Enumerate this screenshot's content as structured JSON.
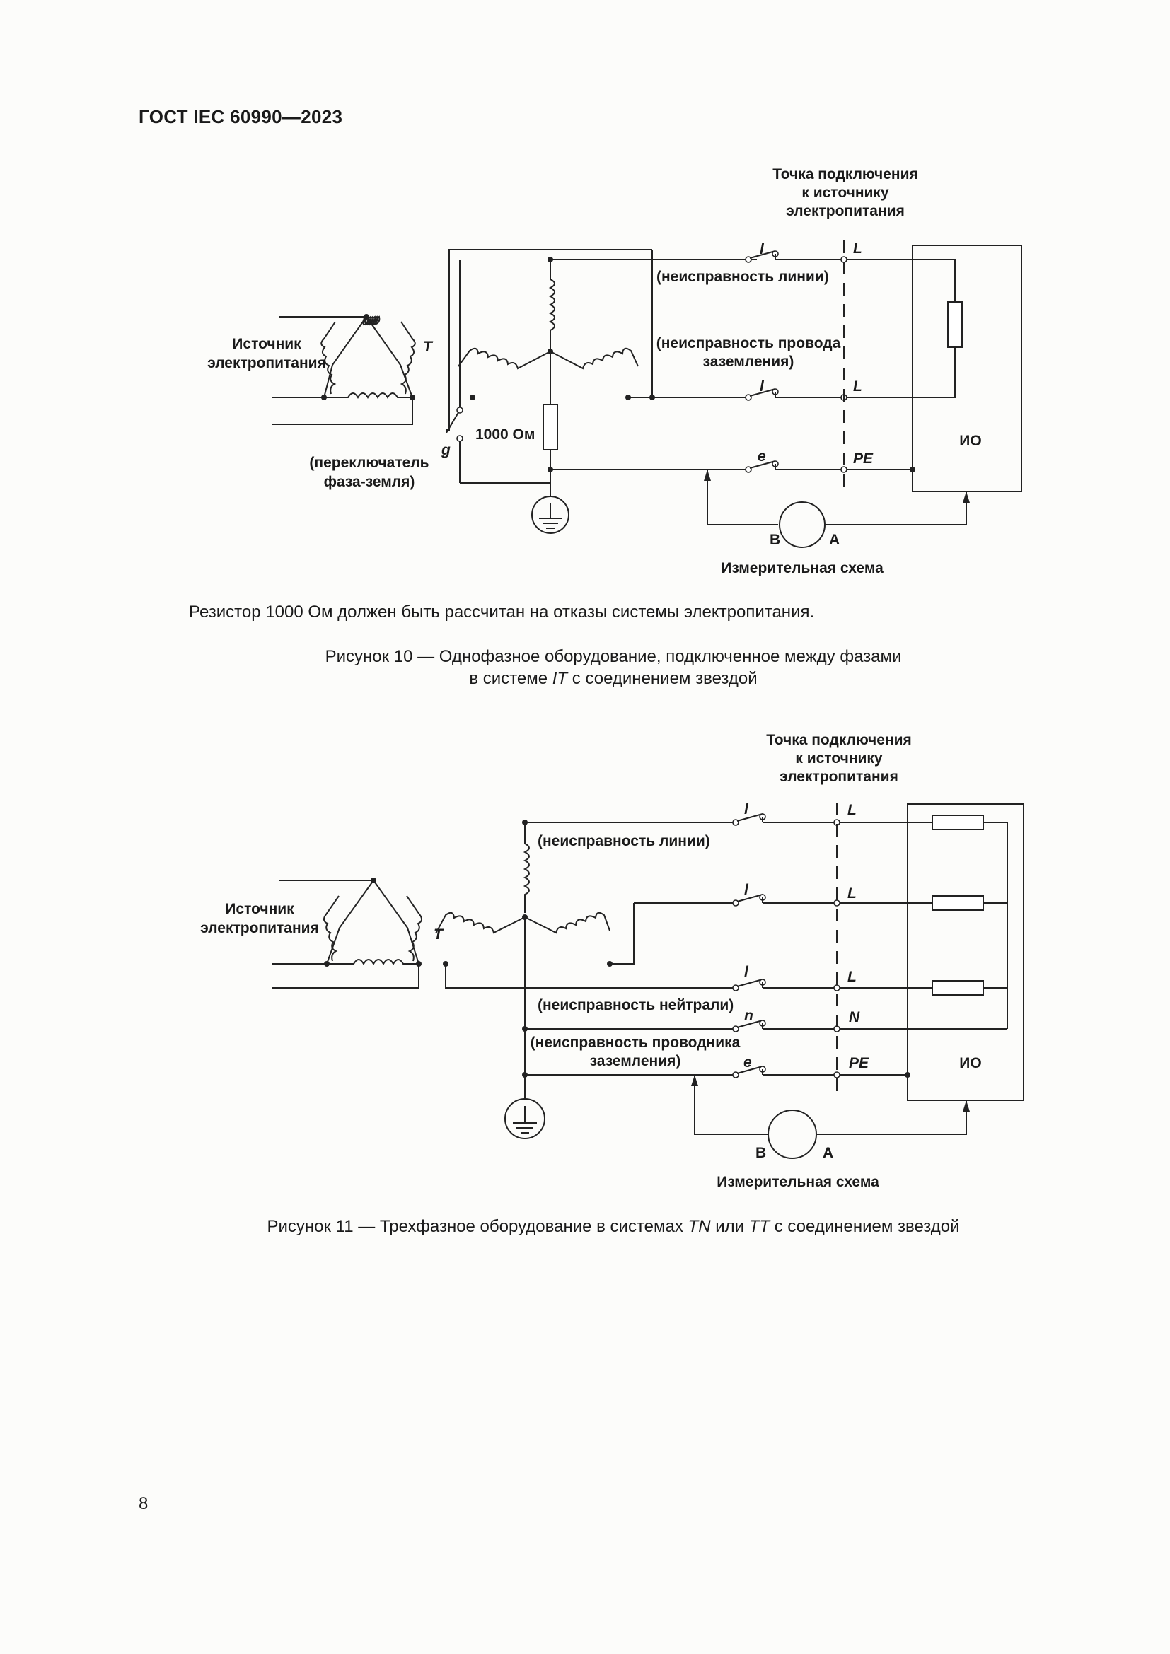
{
  "header": "ГОСТ IEC 60990—2023",
  "fig10": {
    "connection_point": [
      "Точка подключения",
      "к источнику",
      "электропитания"
    ],
    "source": [
      "Источник",
      "электропитания"
    ],
    "transformer": "T",
    "switch_line_1": "l",
    "line_fault": "(неисправность линии)",
    "ground_fault": [
      "(неисправность провода",
      "заземления)"
    ],
    "switch_line_2": "l",
    "resistor": "1000 Ом",
    "switch_g": "g",
    "phase_ground_switch": [
      "(переключатель",
      "фаза-земля)"
    ],
    "switch_e": "e",
    "term_L1": "L",
    "term_L2": "L",
    "term_PE": "PE",
    "equipment": "ИО",
    "meter_B": "B",
    "meter_A": "A",
    "measuring_circuit": "Измерительная схема"
  },
  "note": "Резистор 1000 Ом должен быть рассчитан на отказы системы электропитания.",
  "caption10": {
    "line1": "Рисунок 10 — Однофазное оборудование, подключенное между фазами",
    "line2_pre": "в системе ",
    "line2_em": "IT",
    "line2_post": " с соединением звездой"
  },
  "fig11": {
    "connection_point": [
      "Точка подключения",
      "к источнику",
      "электропитания"
    ],
    "source": [
      "Источник",
      "электропитания"
    ],
    "transformer": "T",
    "line_fault": "(неисправность линии)",
    "neutral_fault": "(неисправность нейтрали)",
    "ground_fault": [
      "(неисправность проводника",
      "заземления)"
    ],
    "switch_l1": "l",
    "switch_l2": "l",
    "switch_l3": "l",
    "switch_n": "n",
    "switch_e": "e",
    "term_L1": "L",
    "term_L2": "L",
    "term_L3": "L",
    "term_N": "N",
    "term_PE": "PE",
    "equipment": "ИО",
    "meter_B": "B",
    "meter_A": "A",
    "measuring_circuit": "Измерительная схема"
  },
  "caption11": {
    "pre": "Рисунок 11 — Трехфазное оборудование в системах ",
    "em1": "TN",
    "mid": " или ",
    "em2": "TT",
    "post": " с соединением звездой"
  },
  "page_number": "8"
}
